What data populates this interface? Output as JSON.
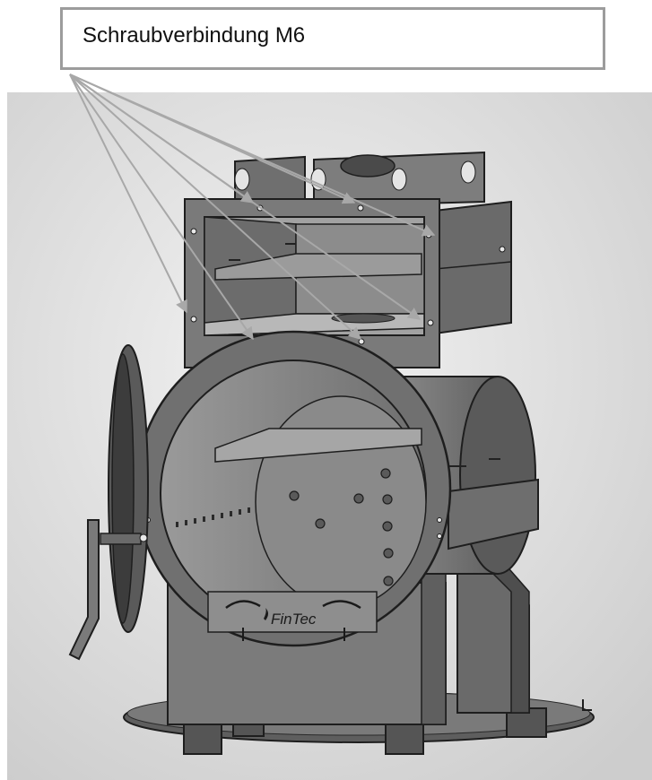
{
  "callout": {
    "label": "Schraubverbindung M6",
    "arrow_count": 7
  },
  "brand": {
    "text": "FinTec"
  },
  "colors": {
    "background": "#ffffff",
    "render_bg": "#e4e4e4",
    "metal_light": "#8f8f8f",
    "metal_mid": "#6c6c6c",
    "metal_dark": "#3f3f3f",
    "edge": "#1e1e1e",
    "arrow": "#a8a8a8",
    "box_border": "#9c9c9c"
  }
}
